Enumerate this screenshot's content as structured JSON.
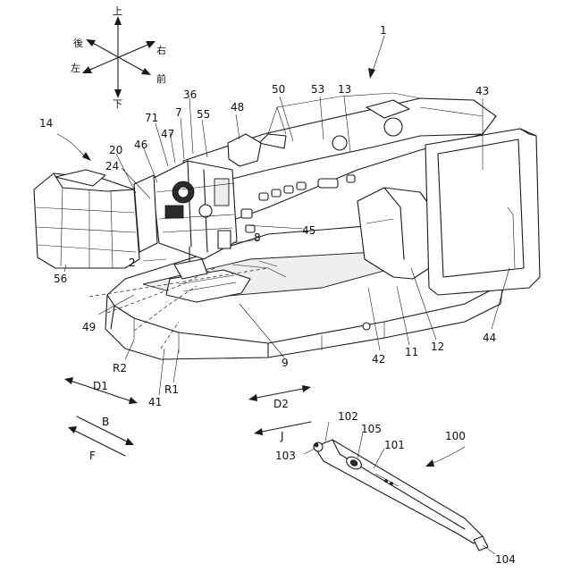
{
  "compass": {
    "up": "上",
    "down": "下",
    "left": "左",
    "right": "右",
    "front": "前",
    "back": "後"
  },
  "labels": {
    "l1": "1",
    "l2": "2",
    "l7": "7",
    "l8": "8",
    "l9": "9",
    "l11": "11",
    "l12": "12",
    "l13": "13",
    "l14": "14",
    "l20": "20",
    "l24": "24",
    "l36": "36",
    "l41": "41",
    "l42": "42",
    "l43": "43",
    "l44": "44",
    "l45": "45",
    "l46": "46",
    "l47": "47",
    "l48": "48",
    "l49": "49",
    "l50": "50",
    "l53": "53",
    "l55": "55",
    "l56": "56",
    "l71": "71",
    "lR1": "R1",
    "lR2": "R2",
    "l100": "100",
    "l101": "101",
    "l102": "102",
    "l103": "103",
    "l104": "104",
    "l105": "105"
  },
  "directions": {
    "d1": "D1",
    "d2": "D2",
    "b": "B",
    "f": "F",
    "j": "J"
  }
}
